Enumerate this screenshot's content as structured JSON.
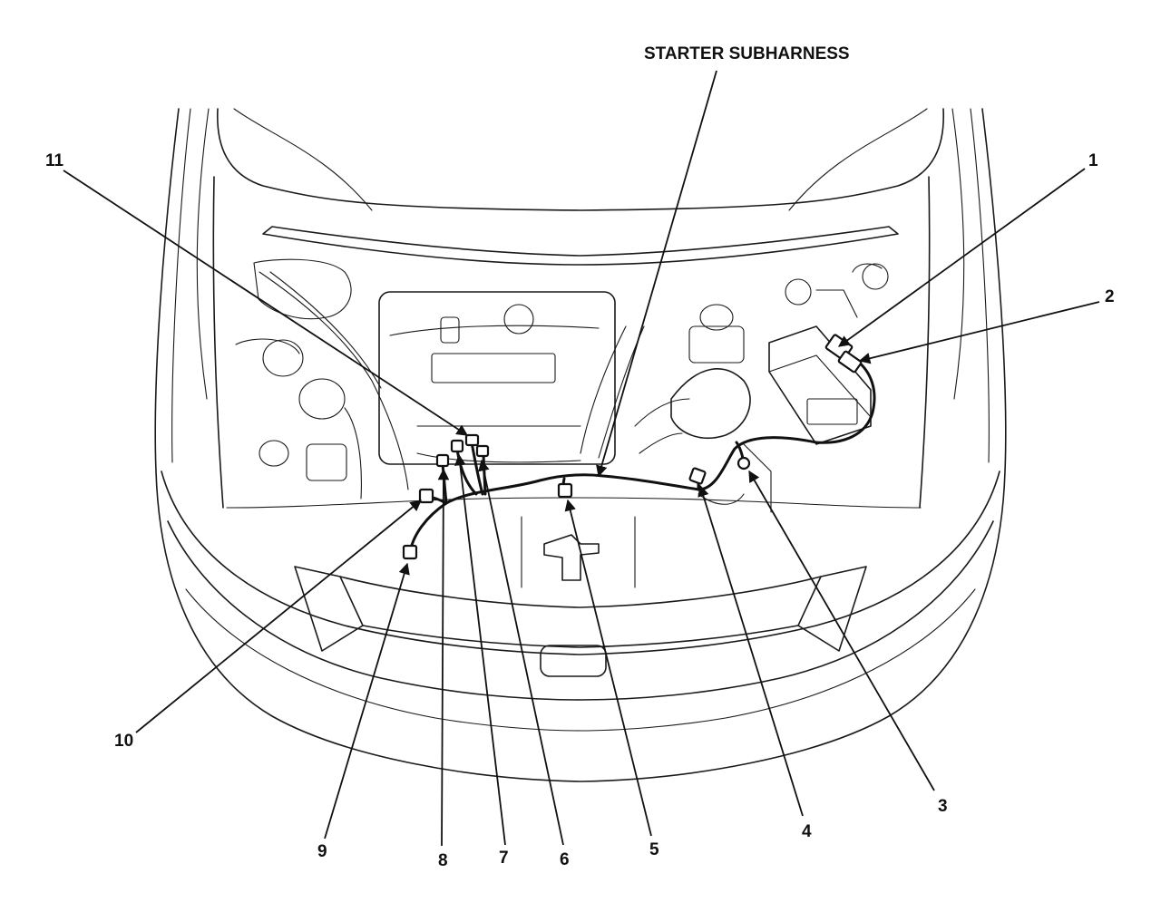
{
  "title": "STARTER SUBHARNESS",
  "callouts": [
    {
      "id": "1",
      "label": "1"
    },
    {
      "id": "2",
      "label": "2"
    },
    {
      "id": "3",
      "label": "3"
    },
    {
      "id": "4",
      "label": "4"
    },
    {
      "id": "5",
      "label": "5"
    },
    {
      "id": "6",
      "label": "6"
    },
    {
      "id": "7",
      "label": "7"
    },
    {
      "id": "8",
      "label": "8"
    },
    {
      "id": "9",
      "label": "9"
    },
    {
      "id": "10",
      "label": "10"
    },
    {
      "id": "11",
      "label": "11"
    }
  ]
}
